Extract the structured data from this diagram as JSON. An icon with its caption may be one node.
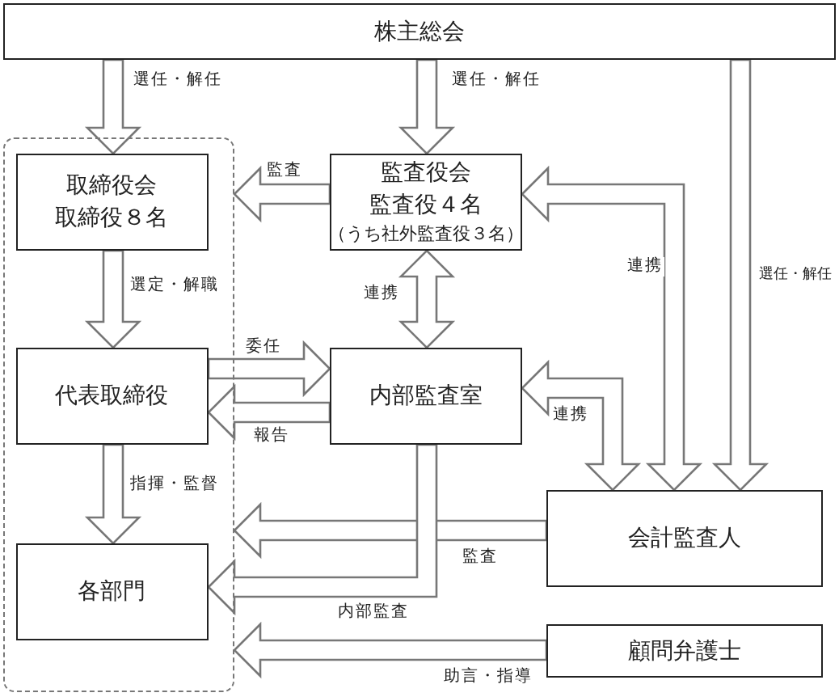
{
  "diagram": {
    "nodes": [
      {
        "text": [
          "株主総会"
        ]
      },
      {
        "text": [],
        "shape": "box"
      },
      {
        "text": [
          "取締役会",
          "取締役８名"
        ],
        "in": 1
      },
      {
        "text": [
          "監査役会",
          "監査役４名",
          "（うち社外監査役３名）"
        ]
      },
      {
        "text": [
          "代表取締役"
        ],
        "in": 1
      },
      {
        "text": [
          "内部監査室"
        ]
      },
      {
        "text": [
          "各部門"
        ],
        "in": 1
      },
      {
        "text": [
          "会計監査人"
        ]
      },
      {
        "text": [
          "顧問弁護士"
        ]
      }
    ],
    "edges": [
      {
        "from": 0,
        "to": 2,
        "arrow": "to",
        "label": "選任・解任"
      },
      {
        "from": 0,
        "to": 3,
        "arrow": "to",
        "label": "選任・解任"
      },
      {
        "from": 0,
        "to": 7,
        "arrow": "to",
        "label": "選任・解任"
      },
      {
        "from": 3,
        "to": 1,
        "arrow": "to",
        "label": "監査"
      },
      {
        "from": 3,
        "to": 5,
        "arrow": "both",
        "label": "連携"
      },
      {
        "from": 7,
        "to": 3,
        "arrow": "both",
        "label": "連携"
      },
      {
        "from": 5,
        "to": 7,
        "arrow": "both",
        "label": "連携"
      },
      {
        "from": 4,
        "to": 5,
        "arrow": "to",
        "label": "委任"
      },
      {
        "from": 5,
        "to": 4,
        "arrow": "to",
        "label": "報告"
      },
      {
        "from": 2,
        "to": 4,
        "arrow": "to",
        "label": "選定・解職"
      },
      {
        "from": 4,
        "to": 6,
        "arrow": "to",
        "label": "指揮・監督"
      },
      {
        "from": 7,
        "to": 1,
        "arrow": "to",
        "label": "監査"
      },
      {
        "from": 5,
        "to": 6,
        "arrow": "to",
        "label": "内部監査"
      },
      {
        "from": 8,
        "to": 1,
        "arrow": "to",
        "label": "助言・指導"
      }
    ]
  }
}
